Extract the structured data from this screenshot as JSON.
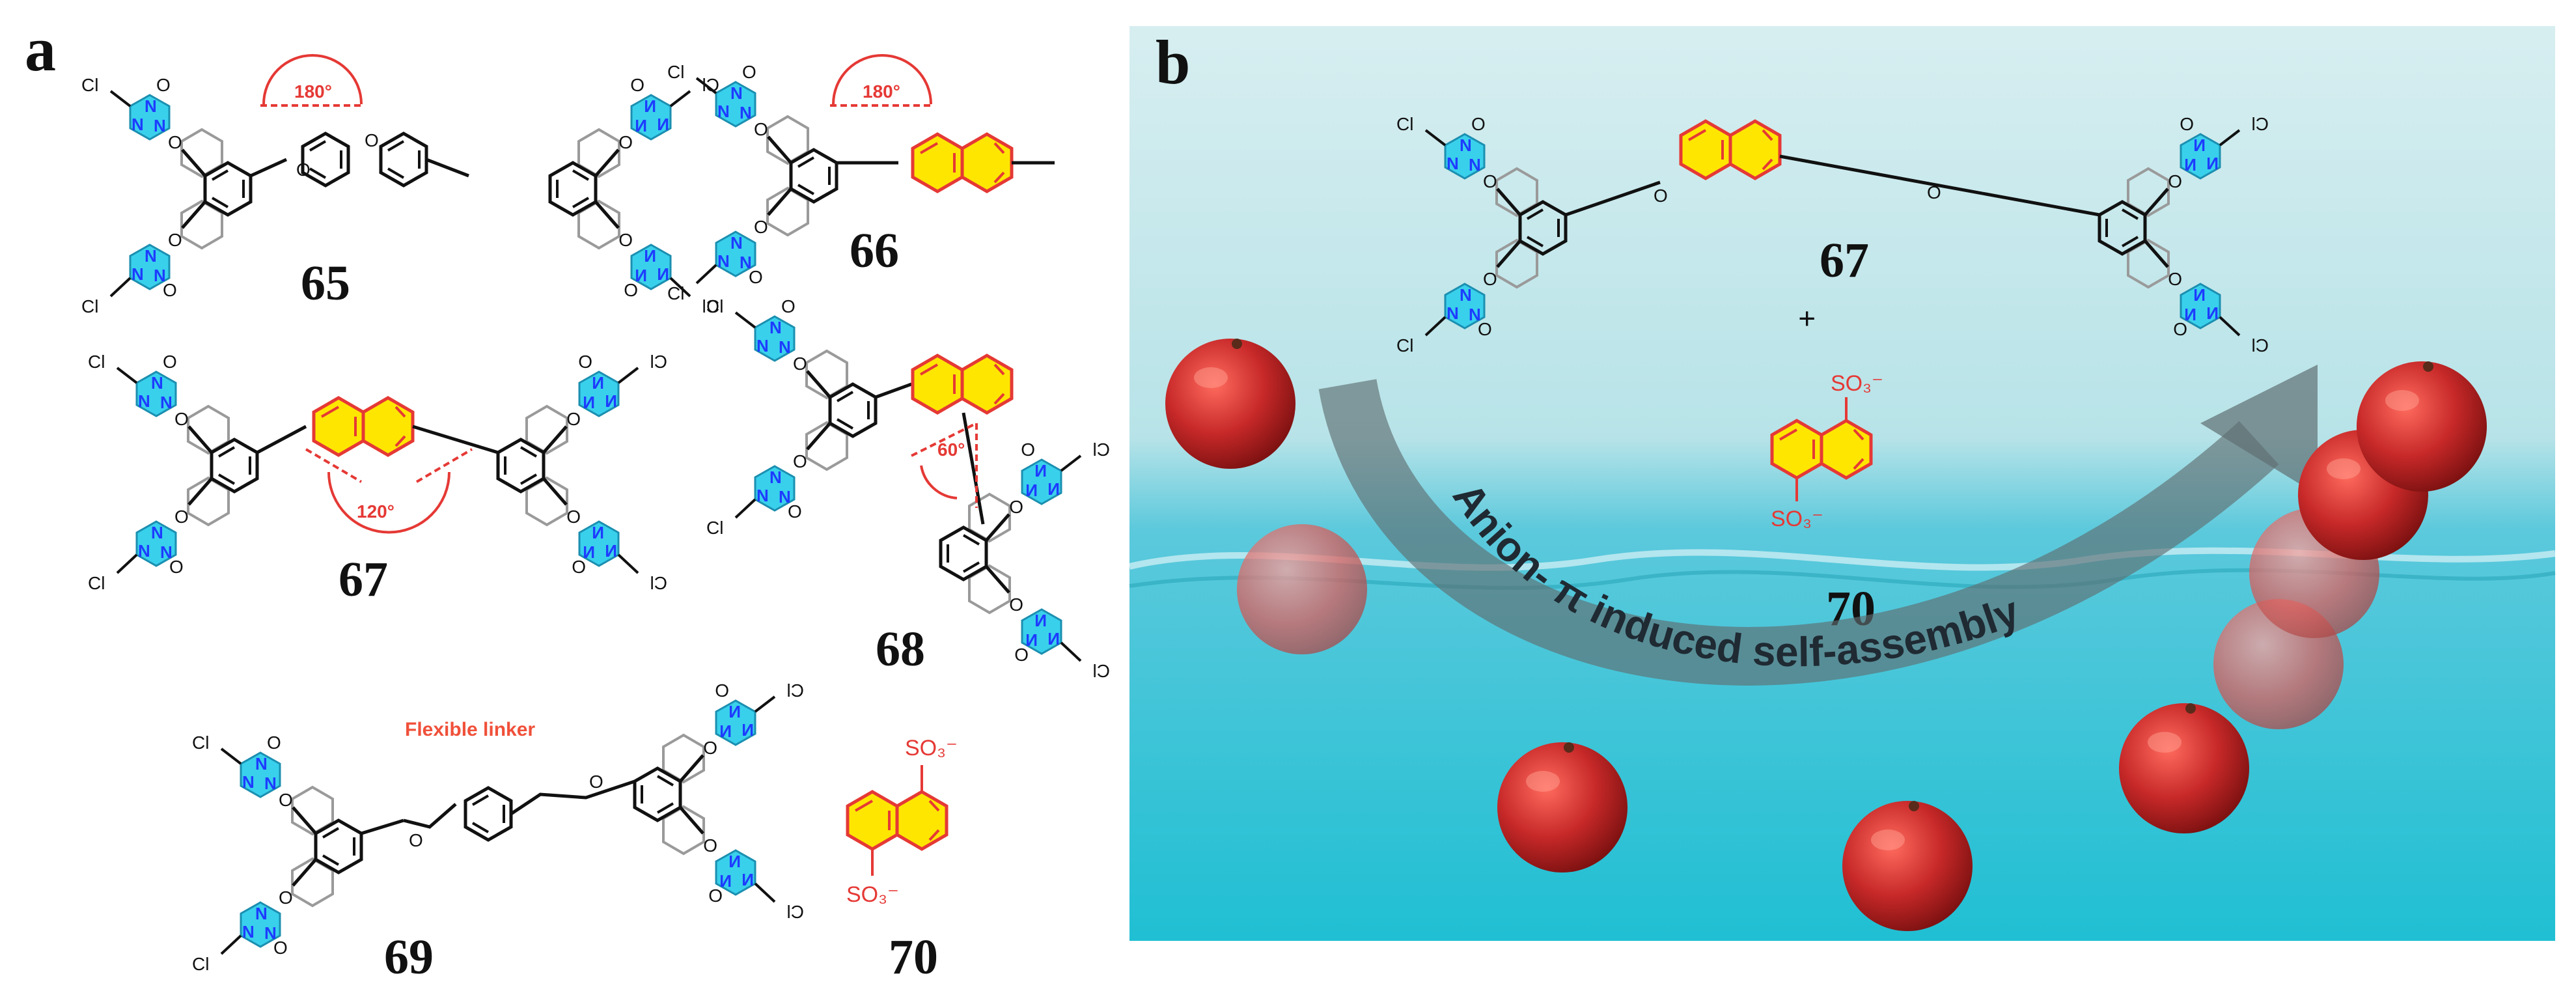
{
  "panels": {
    "a": {
      "letter": "a",
      "compounds": [
        {
          "label": "65",
          "angle": "180°"
        },
        {
          "label": "66",
          "angle": "180°"
        },
        {
          "label": "67",
          "angle": "120°"
        },
        {
          "label": "68",
          "angle": "60°"
        },
        {
          "label": "69",
          "linker": "Flexible linker"
        },
        {
          "label": "70",
          "so3_top": "SO₃⁻",
          "so3_bottom": "SO₃⁻"
        }
      ]
    },
    "b": {
      "letter": "b",
      "label_67": "67",
      "plus": "+",
      "label_70": "70",
      "so3_top": "SO₃⁻",
      "so3_bottom": "SO₃⁻",
      "caption": "Anion- π induced self-assembly"
    }
  },
  "atoms": {
    "cl": "Cl",
    "o": "O",
    "n": "N"
  },
  "colors": {
    "triazine_fill": "#39d0ec",
    "nitrogen": "#1e3cff",
    "angle_red": "#e53935",
    "naphthalene_fill": "#ffe600",
    "naphthalene_stroke": "#e53935",
    "water_top": "#bfe6ea",
    "water_bottom": "#22c2d4",
    "apple_red": "#c62828",
    "arrow_gray": "#5f6f72"
  }
}
